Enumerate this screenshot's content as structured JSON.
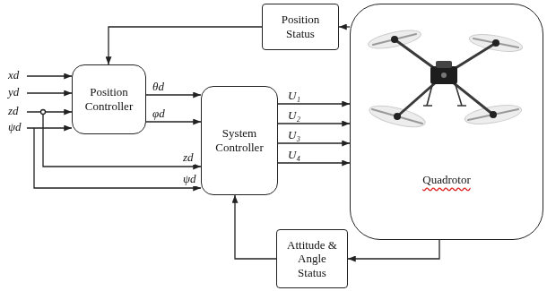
{
  "diagram": {
    "nodes": [
      {
        "text": [
          "Position Status"
        ]
      },
      {
        "text": [
          "Quadrotor"
        ]
      },
      {
        "text": [
          "Position Controller"
        ]
      },
      {
        "text": [
          "System Controller"
        ]
      },
      {
        "text": [
          "Attitude & Angle Status"
        ]
      }
    ],
    "edges": [
      {
        "from": 1,
        "to": 0,
        "arrow": "to"
      },
      {
        "from": 0,
        "to": 2,
        "arrow": "to"
      },
      {
        "from": 2,
        "to": 3,
        "arrow": "to",
        "label": "θd"
      },
      {
        "from": 2,
        "to": 3,
        "arrow": "to",
        "label": "φd"
      },
      {
        "from": 3,
        "to": 1,
        "arrow": "to",
        "label": "U₁"
      },
      {
        "from": 3,
        "to": 1,
        "arrow": "to",
        "label": "U₂"
      },
      {
        "from": 3,
        "to": 1,
        "arrow": "to",
        "label": "U₃"
      },
      {
        "from": 3,
        "to": 1,
        "arrow": "to",
        "label": "U₄"
      },
      {
        "from": 1,
        "to": 4,
        "arrow": "to"
      },
      {
        "from": 4,
        "to": 3,
        "arrow": "to"
      }
    ],
    "labels": [
      "xd",
      "yd",
      "zd",
      "ψd",
      "zd",
      "ψd"
    ]
  }
}
